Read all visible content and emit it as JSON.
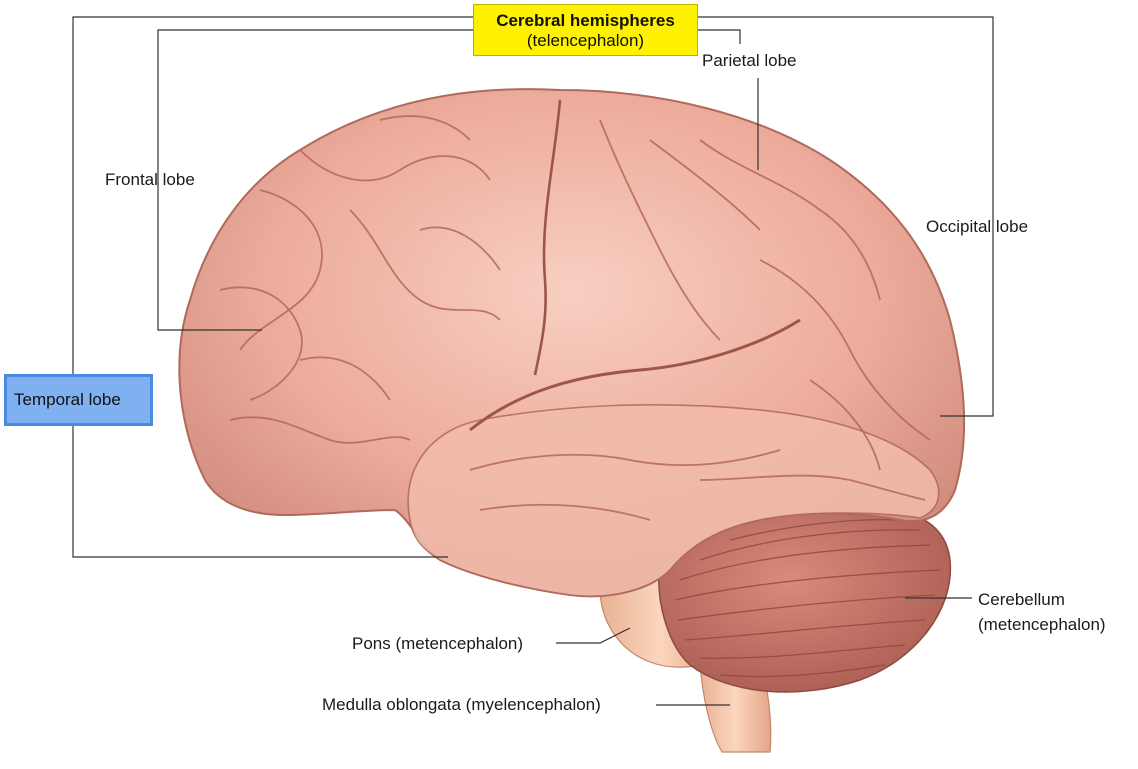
{
  "title": {
    "main": "Cerebral hemispheres",
    "sub": "(telencephalon)"
  },
  "labels": {
    "frontal": "Frontal lobe",
    "parietal": "Parietal lobe",
    "occipital": "Occipital lobe",
    "temporal": "Temporal lobe",
    "cerebellum_1": "Cerebellum",
    "cerebellum_2": "(metencephalon)",
    "pons": "Pons (metencephalon)",
    "medulla": "Medulla oblongata (myelencephalon)"
  },
  "colors": {
    "cerebrum_fill": "#eaa898",
    "cerebrum_highlight": "#f6c7b9",
    "sulci": "#b8665c",
    "cerebellum_fill": "#c9796c",
    "brainstem_fill": "#f2c2a4",
    "title_highlight": "#fff200",
    "temporal_highlight": "#7fb0ef",
    "leader_line": "#333333"
  }
}
